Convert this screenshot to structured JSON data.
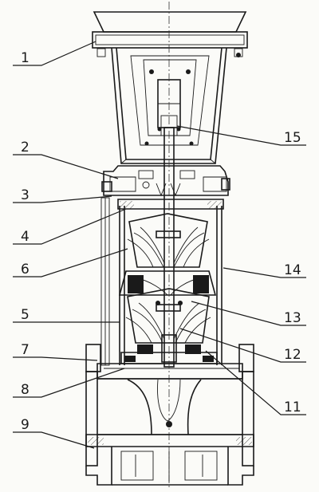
{
  "diagram": {
    "callouts": [
      {
        "id": "c1",
        "label": "1"
      },
      {
        "id": "c2",
        "label": "2"
      },
      {
        "id": "c3",
        "label": "3"
      },
      {
        "id": "c4",
        "label": "4"
      },
      {
        "id": "c6",
        "label": "6"
      },
      {
        "id": "c5",
        "label": "5"
      },
      {
        "id": "c7",
        "label": "7"
      },
      {
        "id": "c8",
        "label": "8"
      },
      {
        "id": "c9",
        "label": "9"
      },
      {
        "id": "c15",
        "label": "15"
      },
      {
        "id": "c14",
        "label": "14"
      },
      {
        "id": "c13",
        "label": "13"
      },
      {
        "id": "c12",
        "label": "12"
      },
      {
        "id": "c11",
        "label": "11"
      }
    ]
  }
}
